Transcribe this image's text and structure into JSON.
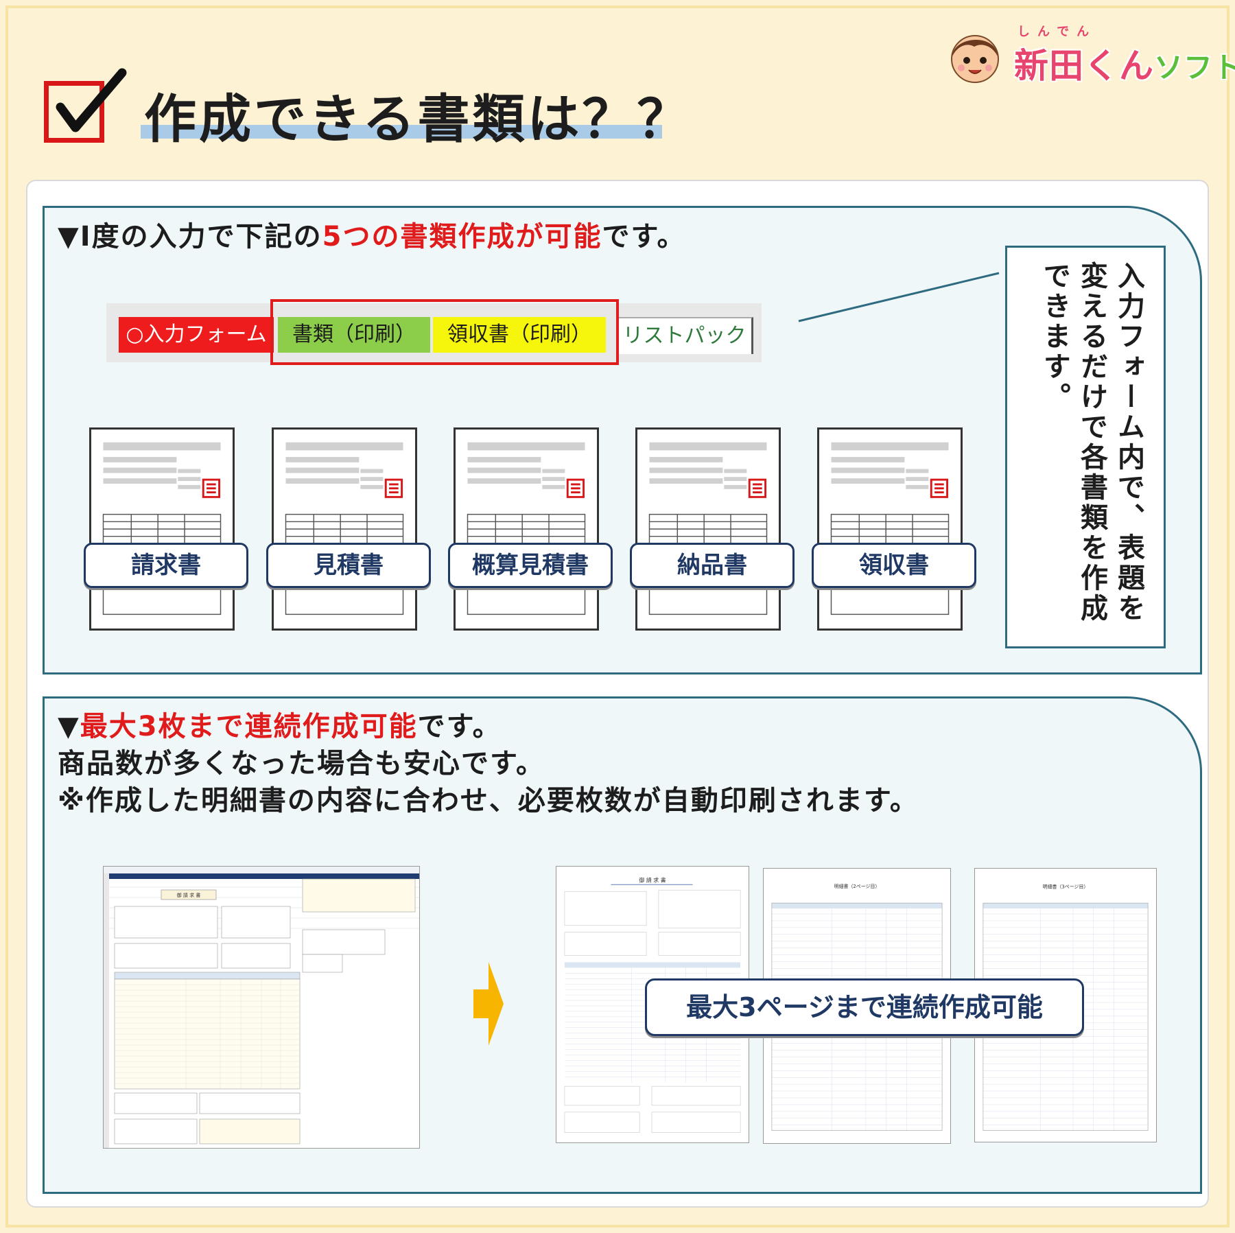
{
  "header": {
    "title": "作成できる書類は？？",
    "logo_ruby": "しんでん",
    "logo_main": "新田くん",
    "logo_soft": "ソフト"
  },
  "section1": {
    "heading_prefix": "▼I度の入力で下記の",
    "heading_emphasis": "5つの書類作成が可能",
    "heading_suffix": "です。",
    "tabs": {
      "input": "○入力フォーム",
      "docs": "書類（印刷）",
      "receipt": "領収書（印刷）",
      "list": "リストパック"
    },
    "note": "入力フォーム内で、表題を変えるだけで各書類を作成できます。",
    "documents": [
      "請求書",
      "見積書",
      "概算見積書",
      "納品書",
      "領収書"
    ]
  },
  "section2": {
    "line1_prefix": "▼",
    "line1_emphasis": "最大3枚まで連続作成可能",
    "line1_suffix": "です。",
    "line2": "商品数が多くなった場合も安心です。",
    "line3": "※作成した明細書の内容に合わせ、必要枚数が自動印刷されます。",
    "pages_label": "最大3ページまで連続作成可能",
    "screenshot_title": "御 請 求 書",
    "page1_title": "御 請 求 書",
    "page2_title": "明細書（2ページ目）",
    "page3_title": "明細書（3ページ目）"
  },
  "colors": {
    "accent_red": "#e01b1b",
    "panel_border": "#2e6b80",
    "label_navy": "#1f3864",
    "background": "#fdf3d4",
    "tab_input": "#ee1c1c",
    "tab_docs": "#8ccd4a",
    "tab_receipt": "#f6f60c"
  },
  "icons": [
    "checkmark-icon",
    "mascot-face-icon",
    "document-icon",
    "arrow-right-icon"
  ]
}
